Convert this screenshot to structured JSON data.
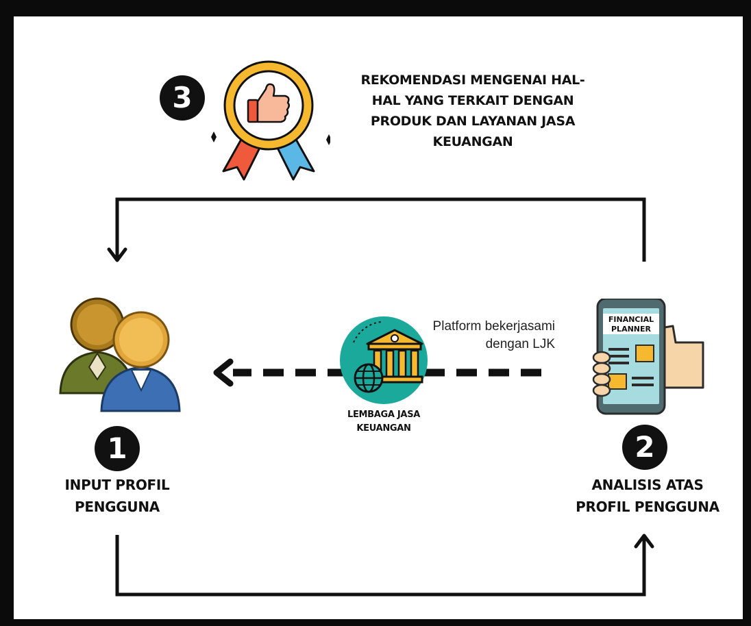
{
  "steps": [
    {
      "number": "1",
      "label_line1": "INPUT PROFIL",
      "label_line2": "PENGGUNA"
    },
    {
      "number": "2",
      "label_line1": "ANALISIS ATAS",
      "label_line2": "PROFIL PENGGUNA"
    },
    {
      "number": "3",
      "label_lines": [
        "REKOMENDASI MENGENAI HAL-",
        "HAL YANG TERKAIT DENGAN",
        "PRODUK DAN LAYANAN JASA",
        "KEUANGAN"
      ]
    }
  ],
  "institution": {
    "label_line1": "LEMBAGA JASA",
    "label_line2": "KEUANGAN"
  },
  "partner_note": {
    "line1": "Platform bekerjasami",
    "line2": "dengan LJK"
  },
  "phone": {
    "line1": "FINANCIAL",
    "line2": "PLANNER"
  },
  "icons": {
    "users": "users-icon",
    "phone": "financial-planner-phone-icon",
    "bank": "bank-globe-icon",
    "award": "thumbs-up-award-icon"
  },
  "colors": {
    "frame": "#0b0b0b",
    "line": "#111111",
    "teal": "#1aa99a",
    "gold": "#f5b82e",
    "award_ribbon_left": "#ef5a3c",
    "award_ribbon_right": "#5bb7e6"
  }
}
